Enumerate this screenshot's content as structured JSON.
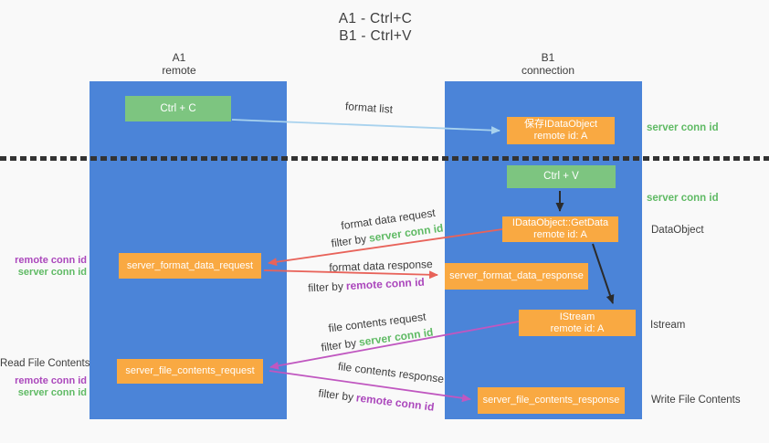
{
  "title": {
    "line1": "A1 - Ctrl+C",
    "line2": "B1 - Ctrl+V"
  },
  "lanes": {
    "a1": {
      "name": "A1",
      "subtitle": "remote"
    },
    "b1": {
      "name": "B1",
      "subtitle": "connection"
    }
  },
  "nodes": {
    "ctrl_c": {
      "label": "Ctrl + C"
    },
    "save_dataobject": {
      "line1": "保存IDataObject",
      "line2": "remote id: A"
    },
    "ctrl_v": {
      "label": "Ctrl + V"
    },
    "getdata": {
      "line1": "IDataObject::GetData",
      "line2": "remote id: A"
    },
    "format_request": {
      "label": "server_format_data_request"
    },
    "format_response": {
      "label": "server_format_data_response"
    },
    "istream": {
      "line1": "IStream",
      "line2": "remote id: A"
    },
    "file_request": {
      "label": "server_file_contents_request"
    },
    "file_response": {
      "label": "server_file_contents_response"
    }
  },
  "edge_labels": {
    "format_list": "format list",
    "format_data_request": "format data request",
    "format_data_response": "format data response",
    "file_contents_request": "file contents request",
    "file_contents_response": "file contents response",
    "filter_by": "filter by",
    "server_conn_id": "server conn id",
    "remote_conn_id": "remote conn id"
  },
  "side_labels": {
    "server_conn_id": "server conn id",
    "remote_conn_id": "remote conn id",
    "dataobject": "DataObject",
    "istream": "Istream",
    "read_file_contents": "Read File Contents",
    "write_file_contents": "Write File Contents"
  },
  "colors": {
    "lane_blue": "#4b84d8",
    "node_green": "#7dc580",
    "node_orange": "#f9a942",
    "server_conn_green": "#5fba64",
    "remote_conn_purple": "#ab47bc",
    "arrow_red": "#e8635a",
    "arrow_magenta": "#c057c0",
    "arrow_lightblue": "#a8d2ee",
    "arrow_black": "#2b2b2b"
  }
}
